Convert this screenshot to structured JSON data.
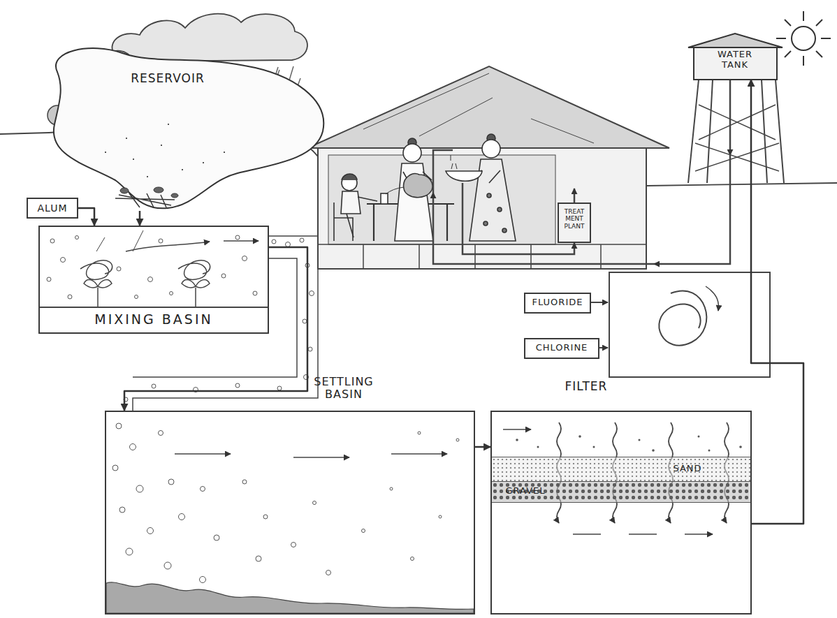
{
  "diagram": {
    "nodes": [
      {
        "text": [
          "RESERVOIR"
        ]
      },
      {
        "text": [
          "WATER TANK"
        ]
      },
      {
        "text": [
          "TREAT MENT PLANT"
        ]
      },
      {
        "text": [
          "ALUM"
        ]
      },
      {
        "text": [
          "MIXING BASIN"
        ]
      },
      {
        "text": [
          "FLUORIDE"
        ]
      },
      {
        "text": [
          "CHLORINE"
        ]
      },
      {
        "text": [
          "SETTLING BASIN"
        ]
      },
      {
        "text": [
          "FILTER"
        ]
      },
      {
        "text": [
          "SAND"
        ],
        "in": 8
      },
      {
        "text": [
          "GRAVEL"
        ],
        "in": 8
      }
    ],
    "edges": [
      {
        "from": 0,
        "to": 4,
        "arrow": "to"
      },
      {
        "from": 3,
        "to": 4,
        "arrow": "to"
      },
      {
        "from": 4,
        "to": 7,
        "arrow": "to"
      },
      {
        "from": 7,
        "to": 8,
        "arrow": "to"
      },
      {
        "from": 8,
        "to": 1,
        "arrow": "to"
      }
    ]
  }
}
